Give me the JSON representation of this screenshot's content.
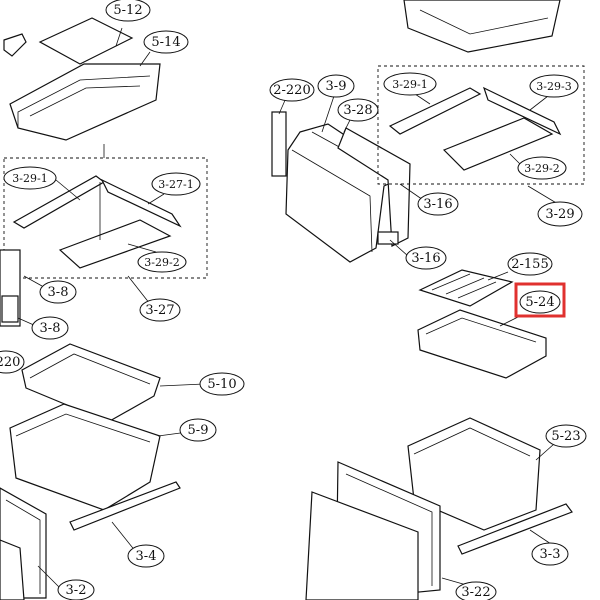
{
  "callouts": [
    {
      "id": "5-12",
      "text": "5-12"
    },
    {
      "id": "5-14",
      "text": "5-14"
    },
    {
      "id": "3-29-1a",
      "text": "3-29-1"
    },
    {
      "id": "3-27-1",
      "text": "3-27-1"
    },
    {
      "id": "3-29-2a",
      "text": "3-29-2"
    },
    {
      "id": "3-27",
      "text": "3-27"
    },
    {
      "id": "3-8a",
      "text": "3-8"
    },
    {
      "id": "3-8b",
      "text": "3-8"
    },
    {
      "id": "220",
      "text": "220"
    },
    {
      "id": "5-10",
      "text": "5-10"
    },
    {
      "id": "5-9",
      "text": "5-9"
    },
    {
      "id": "3-4",
      "text": "3-4"
    },
    {
      "id": "3-2",
      "text": "3-2"
    },
    {
      "id": "2-220",
      "text": "2-220"
    },
    {
      "id": "3-9",
      "text": "3-9"
    },
    {
      "id": "3-28",
      "text": "3-28"
    },
    {
      "id": "3-16a",
      "text": "3-16"
    },
    {
      "id": "3-16b",
      "text": "3-16"
    },
    {
      "id": "3-29-1b",
      "text": "3-29-1"
    },
    {
      "id": "3-29-3",
      "text": "3-29-3"
    },
    {
      "id": "3-29-2b",
      "text": "3-29-2"
    },
    {
      "id": "3-29",
      "text": "3-29"
    },
    {
      "id": "2-155",
      "text": "2-155"
    },
    {
      "id": "5-24",
      "text": "5-24"
    },
    {
      "id": "5-23",
      "text": "5-23"
    },
    {
      "id": "3-3",
      "text": "3-3"
    },
    {
      "id": "3-22",
      "text": "3-22"
    }
  ],
  "highlight": {
    "target": "5-24",
    "color": "#e0312f"
  }
}
